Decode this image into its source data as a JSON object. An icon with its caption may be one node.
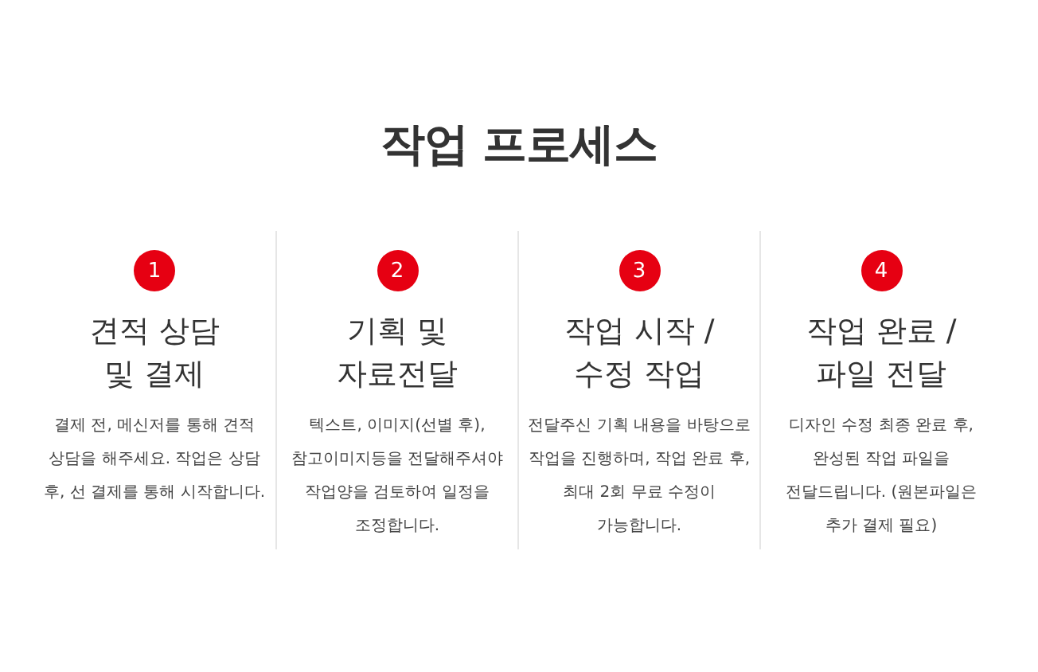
{
  "diagram": {
    "title": "작업 프로세스",
    "nodes": [
      {
        "text": [
          "견적 상담 및 결제",
          "결제 전, 메신저를 통해 견적 상담을 해주세요. 작업은 상담 후, 선 결제를 통해 시작합니다."
        ]
      },
      {
        "text": [
          "1"
        ],
        "in": 0
      },
      {
        "text": [
          "기획 및 자료전달",
          "텍스트, 이미지(선별 후), 참고이미지등을 전달해주셔야 작업양을 검토하여 일정을 조정합니다."
        ]
      },
      {
        "text": [
          "2"
        ],
        "in": 2
      },
      {
        "text": [
          "작업 시작 / 수정 작업",
          "전달주신 기획 내용을 바탕으로 작업을 진행하며, 작업 완료 후, 최대 2회 무료 수정이 가능합니다."
        ]
      },
      {
        "text": [
          "3"
        ],
        "in": 4
      },
      {
        "text": [
          "작업 완료 / 파일 전달",
          "디자인 수정 최종 완료 후, 완성된 작업 파일을 전달드립니다. (원본파일은 추가 결제 필요)"
        ]
      },
      {
        "text": [
          "4"
        ],
        "in": 6
      }
    ]
  }
}
